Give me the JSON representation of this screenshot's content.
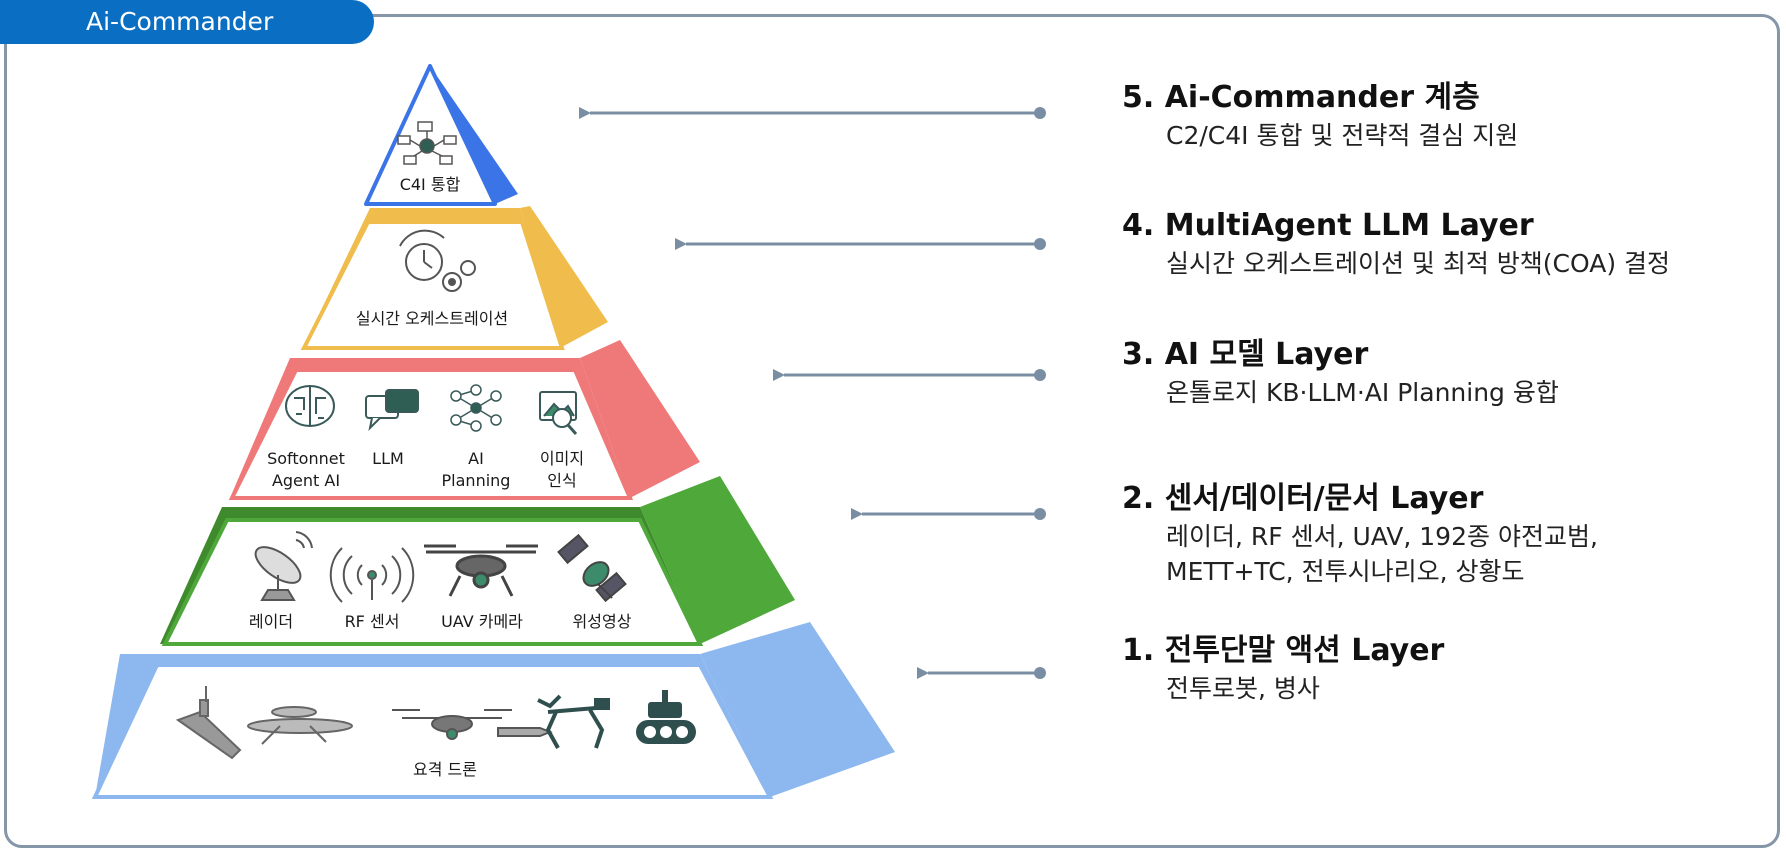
{
  "header": {
    "title": "Ai-Commander"
  },
  "pyramid": {
    "tier5": {
      "labels": [
        "C4I 통합"
      ],
      "color": "#3b74e6"
    },
    "tier4": {
      "labels": [
        "실시간 오케스트레이션"
      ],
      "color": "#f0bc4c"
    },
    "tier3": {
      "labels": [
        "Softonnet",
        "Agent AI",
        "LLM",
        "AI",
        "Planning",
        "이미지",
        "인식"
      ],
      "color": "#ef7878"
    },
    "tier2": {
      "labels": [
        "레이더",
        "RF 센서",
        "UAV 카메라",
        "위성영상"
      ],
      "color": "#4ea83a"
    },
    "tier1": {
      "labels": [
        "요격 드론"
      ],
      "color": "#8db8ef"
    }
  },
  "layers": [
    {
      "title": "5. Ai-Commander 계층",
      "desc": [
        "C2/C4I 통합 및 전략적 결심 지원"
      ]
    },
    {
      "title": "4. MultiAgent LLM Layer",
      "desc": [
        "실시간 오케스트레이션 및 최적 방책(COA) 결정"
      ]
    },
    {
      "title": "3. AI 모델 Layer",
      "desc": [
        "온톨로지 KB·LLM·AI Planning 융합"
      ]
    },
    {
      "title": "2. 센서/데이터/문서 Layer",
      "desc": [
        "레이더, RF 센서, UAV, 192종 야전교범,",
        "METT+TC, 전투시나리오, 상황도"
      ]
    },
    {
      "title": "1. 전투단말 액션 Layer",
      "desc": [
        "전투로봇, 병사"
      ]
    }
  ],
  "arrow_color": "#7a8ea3"
}
